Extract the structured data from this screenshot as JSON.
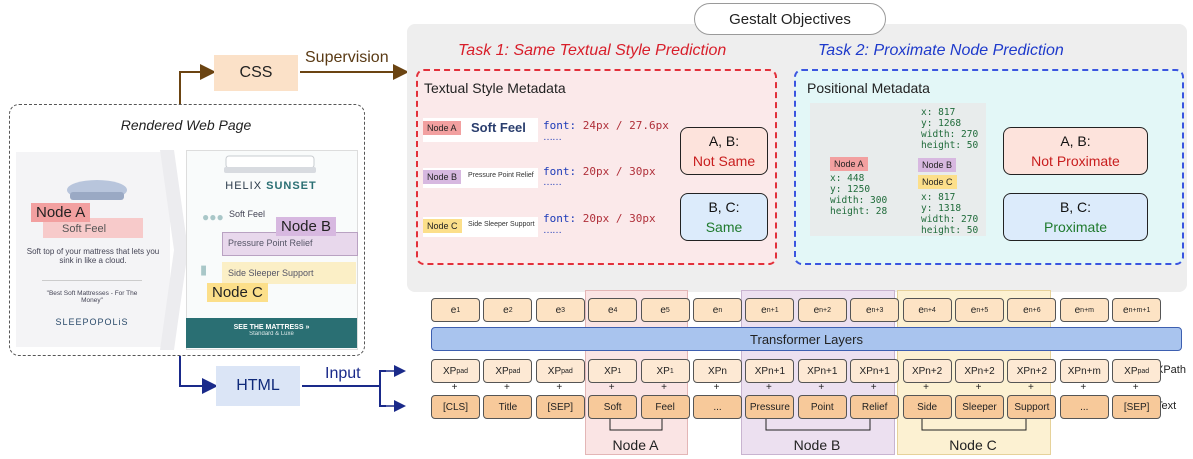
{
  "gestalt": {
    "title": "Gestalt Objectives",
    "task1": {
      "title": "Task 1: Same Textual Style Prediction",
      "metadata_title": "Textual Style Metadata",
      "rows": [
        {
          "node": "Node A",
          "text": "Soft Feel",
          "font": "font:",
          "value": "24px / 27.6px"
        },
        {
          "node": "Node B",
          "text": "Pressure Point Relief",
          "font": "font:",
          "value": "20px / 30px"
        },
        {
          "node": "Node C",
          "text": "Side Sleeper Support",
          "font": "font:",
          "value": "20px / 30px"
        }
      ],
      "dots": "……",
      "result1": {
        "pair": "A, B:",
        "label": "Not Same"
      },
      "result2": {
        "pair": "B, C:",
        "label": "Same"
      }
    },
    "task2": {
      "title": "Task 2: Proximate Node Prediction",
      "metadata_title": "Positional Metadata",
      "nodeA": {
        "label": "Node A",
        "coords": "x: 448\ny: 1250\nwidth: 300\nheight: 28"
      },
      "nodeB": {
        "label": "Node B",
        "coords": "x: 817\ny: 1268\nwidth: 270\nheight: 50"
      },
      "nodeC": {
        "label": "Node C",
        "coords": "x: 817\ny: 1318\nwidth: 270\nheight: 50"
      },
      "result1": {
        "pair": "A, B:",
        "label": "Not Proximate"
      },
      "result2": {
        "pair": "B, C:",
        "label": "Proximate"
      }
    }
  },
  "webpage": {
    "title": "Rendered Web Page",
    "nodeA_label": "Node A",
    "soft_feel": "Soft Feel",
    "left_desc": "Soft top of your mattress that lets you sink in like a cloud.",
    "quote": "\"Best Soft Mattresses - For The Money\"",
    "brand": "SLEEPOPOLiS",
    "product": "HELIX",
    "product_highlight": "SUNSET",
    "right_soft_feel": "Soft Feel",
    "pressure": "Pressure Point Relief",
    "side_sleeper": "Side Sleeper Support",
    "nodeB_label": "Node B",
    "nodeC_label": "Node C",
    "cta": "SEE THE MATTRESS »",
    "cta_sub": "Standard & Luxe"
  },
  "flow": {
    "css": "CSS",
    "html": "HTML",
    "supervision": "Supervision",
    "input": "Input"
  },
  "model": {
    "embeddings": [
      "e1",
      "e2",
      "e3",
      "e4",
      "e5",
      "en",
      "en+1",
      "en+2",
      "en+3",
      "en+4",
      "en+5",
      "en+6",
      "en+m",
      "en+m+1"
    ],
    "transformer": "Transformer Layers",
    "xpaths": [
      "XPpad",
      "XPpad",
      "XPpad",
      "XP1",
      "XP1",
      "XPn",
      "XPn+1",
      "XPn+1",
      "XPn+1",
      "XPn+2",
      "XPn+2",
      "XPn+2",
      "XPn+m",
      "XPpad"
    ],
    "texts": [
      "[CLS]",
      "Title",
      "[SEP]",
      "Soft",
      "Feel",
      "...",
      "Pressure",
      "Point",
      "Relief",
      "Side",
      "Sleeper",
      "Support",
      "...",
      "[SEP]"
    ],
    "xpath_row_label": "XPath",
    "text_row_label": "Text",
    "group_labels": [
      "Node A",
      "Node B",
      "Node C"
    ]
  },
  "colors": {
    "node_a": "#f2a0a0",
    "node_b": "#d7b8e0",
    "node_c": "#fcdf8a",
    "task1_border": "#e2303a",
    "task2_border": "#3b55e0",
    "transformer": "#a9c4ee",
    "supervision_arrow": "#6b4412",
    "input_arrow": "#1a2a8a"
  }
}
